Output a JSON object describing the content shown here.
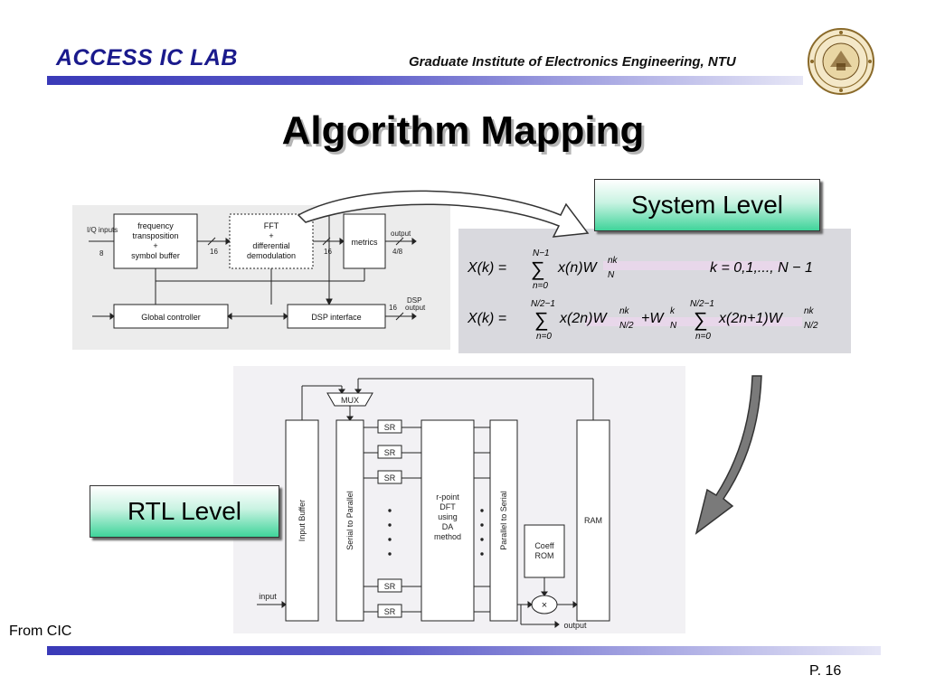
{
  "header": {
    "lab": "ACCESS IC LAB",
    "institute": "Graduate Institute of Electronics Engineering, NTU"
  },
  "title": "Algorithm Mapping",
  "system_level_label": "System Level",
  "rtl_level_label": "RTL Level",
  "source": "From CIC",
  "page": "P. 16",
  "colors": {
    "lab_blue": "#1a1a8c",
    "band_blue": "#3a3ab8",
    "box_green": "#3fd49a"
  },
  "block_diagram": {
    "input_label": "I/Q inputs",
    "input_width": "8",
    "freq_box": [
      "frequency",
      "transposition",
      "+",
      "symbol buffer"
    ],
    "bus1": "16",
    "fft_box": [
      "FFT",
      "+",
      "differential",
      "demodulation"
    ],
    "bus2": "16",
    "metrics_box": "metrics",
    "output_label": "output",
    "output_width": "4/8",
    "global_controller": "Global controller",
    "dsp_interface": "DSP interface",
    "dsp_bus": "16",
    "dsp_output": [
      "DSP",
      "output"
    ]
  },
  "formulas": {
    "eq1_lhs": "X(k) =",
    "eq1_sum_top": "N−1",
    "eq1_sum_bottom": "n=0",
    "eq1_body": "x(n)W",
    "eq1_sup": "nk",
    "eq1_sub": "N",
    "eq1_range": "k = 0,1,..., N − 1",
    "eq2_lhs": "X(k) =",
    "eq2_sum_top": "N/2−1",
    "eq2_sum_bottom": "n=0",
    "eq2_body1": "x(2n)W",
    "eq2_sup1": "nk",
    "eq2_sub1": "N/2",
    "eq2_plus": "+W",
    "eq2_sup_k": "k",
    "eq2_sub_k": "N",
    "eq2_sum2_top": "N/2−1",
    "eq2_sum2_bottom": "n=0",
    "eq2_body2": "x(2n+1)W",
    "eq2_sup2": "nk",
    "eq2_sub2": "N/2"
  },
  "rtl_diagram": {
    "mux": "MUX",
    "input_buffer": "Input Buffer",
    "serial_to_parallel": "Serial to Parallel",
    "sr_label": "SR",
    "dft_box": [
      "r-point",
      "DFT",
      "using",
      "DA",
      "method"
    ],
    "parallel_to_serial": "Parallel to Serial",
    "coeff_rom": [
      "Coeff",
      "ROM"
    ],
    "ram": "RAM",
    "multiplier": "×",
    "input_label": "input",
    "output_label": "output"
  }
}
